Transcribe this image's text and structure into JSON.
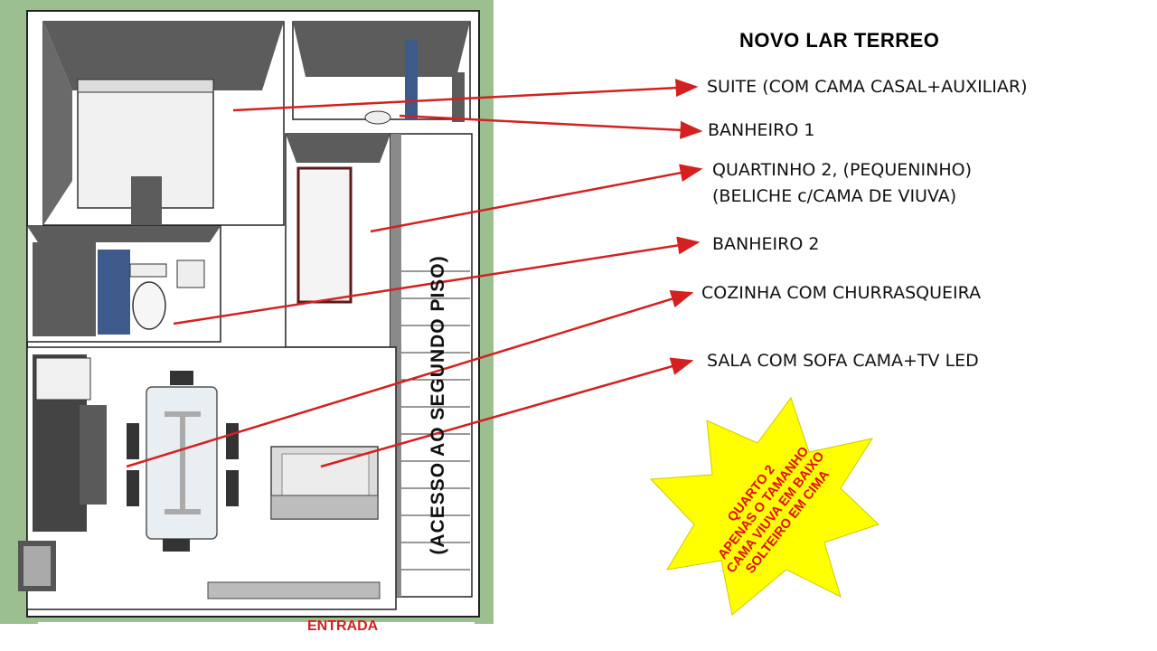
{
  "title": "NOVO LAR TERREO",
  "labels": {
    "suite": "SUITE (COM CAMA CASAL+AUXILIAR)",
    "banheiro1": "BANHEIRO 1",
    "quartinho_line1": "QUARTINHO 2, (PEQUENINHO)",
    "quartinho_line2": "(BELICHE c/CAMA DE VIUVA)",
    "banheiro2": "BANHEIRO 2",
    "cozinha": "COZINHA COM CHURRASQUEIRA",
    "sala": "SALA COM SOFA CAMA+TV LED"
  },
  "stair_label": "(ACESSO AO SEGUNDO PISO)",
  "entrance_label": "ENTRADA",
  "callout": {
    "line1": "QUARTO 2",
    "line2": "APENAS O TAMANHO",
    "line3": "CAMA VIUVA EM BAIXO",
    "line4": "SOLTEIRO EM CIMA"
  },
  "colors": {
    "arrow": "#d42020",
    "burst_fill": "#ffff00",
    "burst_text": "#e01010",
    "lawn": "#9cbf90",
    "wall_top": "#f3f3f3",
    "wall_side": "#5c5c5c",
    "floor": "#ffffff",
    "accent_blue": "#3d5a8a"
  }
}
